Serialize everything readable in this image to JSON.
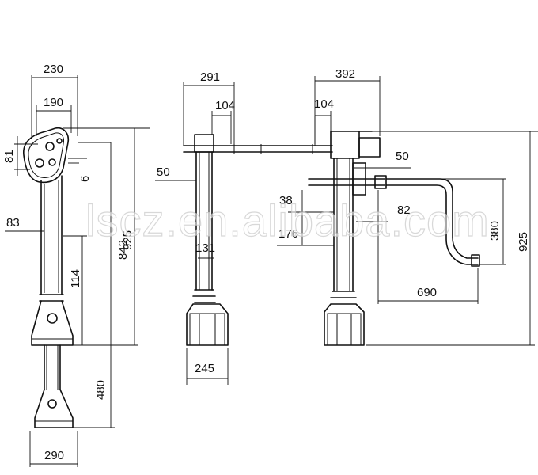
{
  "watermark": "lscz.en.alibaba.com",
  "views": {
    "front": {
      "dims": {
        "w230": "230",
        "w190": "190",
        "d81": "81",
        "d6": "6",
        "d83": "83",
        "h842": "842",
        "h925": "925",
        "h114": "114",
        "h480": "480",
        "w290": "290"
      }
    },
    "side": {
      "dims": {
        "w291": "291",
        "w104": "104",
        "d50": "50",
        "d131": "131",
        "w245": "245"
      }
    },
    "crank": {
      "dims": {
        "w392": "392",
        "w104": "104",
        "d50": "50",
        "d38": "38",
        "d176": "176",
        "d82": "82",
        "h380": "380",
        "h925": "925",
        "w690": "690"
      }
    }
  }
}
